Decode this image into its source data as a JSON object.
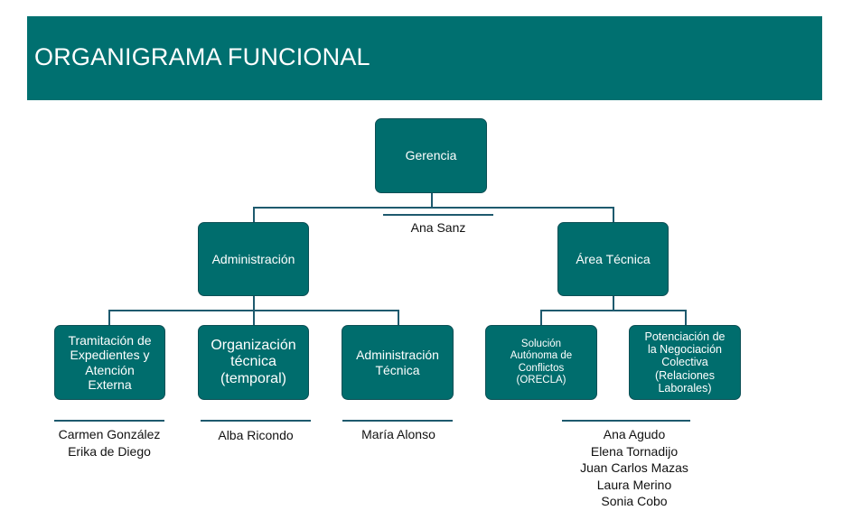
{
  "header": {
    "title": "ORGANIGRAMA FUNCIONAL"
  },
  "colors": {
    "accent": "#007070",
    "node_fill": "#006d6d",
    "connector": "#1e5a6e"
  },
  "root": {
    "label": "Gerencia",
    "people": "Ana Sanz"
  },
  "level2": [
    {
      "label": "Administración"
    },
    {
      "label": "Área Técnica"
    }
  ],
  "level3": [
    {
      "label": "Tramitación de\nExpedientes y\nAtención\nExterna",
      "parent": "Administración",
      "people": "Carmen González\nErika de Diego"
    },
    {
      "label": "Organización\ntécnica\n(temporal)",
      "parent": "Administración",
      "people": "Alba Ricondo"
    },
    {
      "label": "Administración\nTécnica",
      "parent": "Administración",
      "people": "María Alonso"
    },
    {
      "label": "Solución\nAutónoma de\nConflictos\n(ORECLA)",
      "parent": "Área Técnica"
    },
    {
      "label": "Potenciación de\nla Negociación\nColectiva\n(Relaciones\nLaborales)",
      "parent": "Área Técnica"
    }
  ],
  "area_tecnica_people": "Ana Agudo\nElena Tornadijo\nJuan Carlos Mazas\nLaura Merino\nSonia Cobo"
}
